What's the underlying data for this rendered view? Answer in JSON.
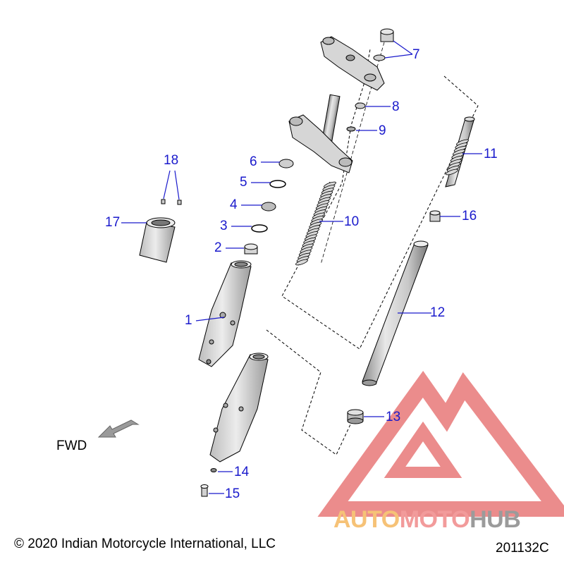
{
  "diagram": {
    "callouts": [
      {
        "id": "1",
        "label": "1"
      },
      {
        "id": "2",
        "label": "2"
      },
      {
        "id": "3",
        "label": "3"
      },
      {
        "id": "4",
        "label": "4"
      },
      {
        "id": "5",
        "label": "5"
      },
      {
        "id": "6",
        "label": "6"
      },
      {
        "id": "7",
        "label": "7"
      },
      {
        "id": "8",
        "label": "8"
      },
      {
        "id": "9",
        "label": "9"
      },
      {
        "id": "10",
        "label": "10"
      },
      {
        "id": "11",
        "label": "11"
      },
      {
        "id": "12",
        "label": "12"
      },
      {
        "id": "13",
        "label": "13"
      },
      {
        "id": "14",
        "label": "14"
      },
      {
        "id": "15",
        "label": "15"
      },
      {
        "id": "16",
        "label": "16"
      },
      {
        "id": "17",
        "label": "17"
      },
      {
        "id": "18",
        "label": "18"
      }
    ],
    "direction_label": "FWD",
    "copyright": "© 2020 Indian Motorcycle International, LLC",
    "drawing_number": "201132C",
    "watermark_text": "AUTOMOTOHUB",
    "colors": {
      "callout": "#1a1acc",
      "line": "#000000",
      "part_fill": "#d9d9d9",
      "part_dark": "#9a9a9a",
      "watermark_red": "#e85555",
      "watermark_orange": "#f5a623",
      "watermark_gray": "#7a7a7a"
    }
  }
}
